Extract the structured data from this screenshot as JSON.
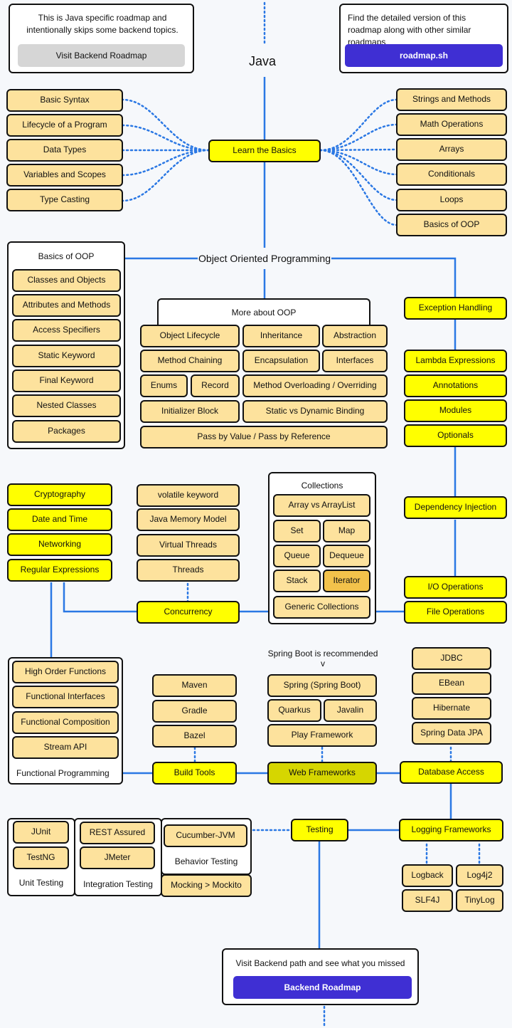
{
  "title": "Java",
  "top_left": {
    "text": "This is Java specific roadmap and intentionally skips some backend topics.",
    "button": "Visit Backend Roadmap"
  },
  "top_right": {
    "text": "Find the detailed version of this roadmap along with other similar roadmaps",
    "button": "roadmap.sh"
  },
  "basics": {
    "center": "Learn the Basics",
    "left": [
      "Basic Syntax",
      "Lifecycle of a Program",
      "Data Types",
      "Variables and Scopes",
      "Type Casting"
    ],
    "right": [
      "Strings and Methods",
      "Math Operations",
      "Arrays",
      "Conditionals",
      "Loops",
      "Basics of OOP"
    ]
  },
  "oop": {
    "center": "Object Oriented Programming",
    "basics_title": "Basics of OOP",
    "basics_items": [
      "Classes and Objects",
      "Attributes and Methods",
      "Access Specifiers",
      "Static Keyword",
      "Final Keyword",
      "Nested Classes",
      "Packages"
    ],
    "more_title": "More about OOP",
    "more_items": {
      "object_lifecycle": "Object Lifecycle",
      "inheritance": "Inheritance",
      "abstraction": "Abstraction",
      "method_chaining": "Method Chaining",
      "encapsulation": "Encapsulation",
      "interfaces": "Interfaces",
      "enums": "Enums",
      "record": "Record",
      "overloading": "Method Overloading / Overriding",
      "initializer_block": "Initializer Block",
      "binding": "Static vs Dynamic Binding",
      "pass_by": "Pass by Value / Pass by Reference"
    }
  },
  "right_column": [
    "Exception Handling",
    "Lambda Expressions",
    "Annotations",
    "Modules",
    "Optionals",
    "Dependency Injection",
    "I/O Operations",
    "File Operations"
  ],
  "left_column": [
    "Cryptography",
    "Date and Time",
    "Networking",
    "Regular Expressions"
  ],
  "concurrency": {
    "center": "Concurrency",
    "items": [
      "volatile keyword",
      "Java Memory Model",
      "Virtual Threads",
      "Threads"
    ]
  },
  "collections": {
    "title": "Collections",
    "items": {
      "array_vs_arraylist": "Array vs ArrayList",
      "set": "Set",
      "map": "Map",
      "queue": "Queue",
      "dequeue": "Dequeue",
      "stack": "Stack",
      "iterator": "Iterator",
      "generic": "Generic Collections"
    }
  },
  "functional": {
    "title": "Functional Programming",
    "items": [
      "High Order Functions",
      "Functional Interfaces",
      "Functional Composition",
      "Stream API"
    ]
  },
  "build": {
    "center": "Build Tools",
    "items": [
      "Maven",
      "Gradle",
      "Bazel"
    ]
  },
  "web": {
    "center": "Web Frameworks",
    "note": "Spring Boot is recommended",
    "note_arrow": "v",
    "spring": "Spring (Spring Boot)",
    "quarkus": "Quarkus",
    "javalin": "Javalin",
    "play": "Play Framework"
  },
  "database": {
    "center": "Database Access",
    "items": [
      "JDBC",
      "EBean",
      "Hibernate",
      "Spring Data JPA"
    ]
  },
  "testing": {
    "center": "Testing",
    "unit_title": "Unit Testing",
    "unit_items": [
      "JUnit",
      "TestNG"
    ],
    "integration_title": "Integration Testing",
    "integration_items": [
      "REST Assured",
      "JMeter"
    ],
    "behavior_title": "Behavior Testing",
    "behavior_items": [
      "Cucumber-JVM"
    ],
    "mocking": "Mocking > Mockito"
  },
  "logging": {
    "center": "Logging Frameworks",
    "items": [
      "Logback",
      "Log4j2",
      "SLF4J",
      "TinyLog"
    ]
  },
  "bottom": {
    "text": "Visit Backend path and see what you missed",
    "button": "Backend Roadmap"
  },
  "colors": {
    "accent_blue": "#3f2fd3",
    "line_blue": "#2b78e4",
    "topic_yellow": "#ffff00",
    "subtopic_tan": "#fde29d"
  }
}
